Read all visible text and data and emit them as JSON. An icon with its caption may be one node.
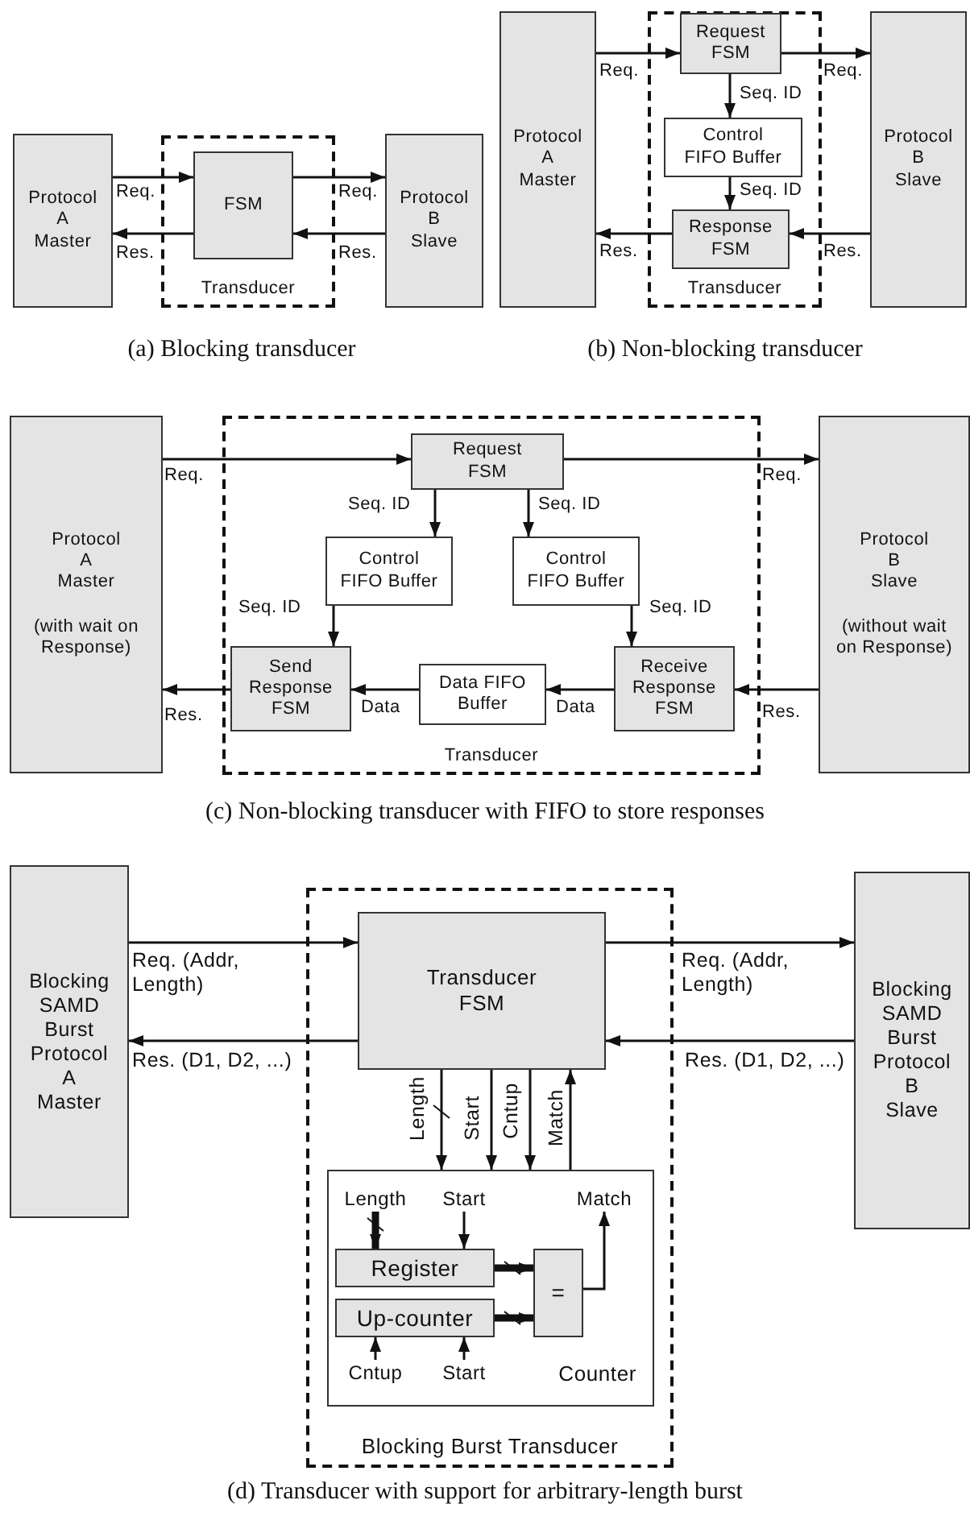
{
  "diagram": {
    "nodes": [
      {
        "text": [
          "Protocol A Master"
        ]
      },
      {
        "text": [
          "Transducer"
        ]
      },
      {
        "text": [
          "FSM"
        ],
        "in": 1
      },
      {
        "text": [
          "Protocol B Slave"
        ]
      },
      {
        "text": [
          "Protocol A Master"
        ]
      },
      {
        "text": [
          "Transducer"
        ]
      },
      {
        "text": [
          "Request FSM"
        ],
        "in": 5
      },
      {
        "text": [
          "Control FIFO Buffer"
        ],
        "in": 5
      },
      {
        "text": [
          "Response FSM"
        ],
        "in": 5
      },
      {
        "text": [
          "Protocol B Slave"
        ]
      },
      {
        "text": [
          "Protocol A Master",
          "(with wait on Response)"
        ]
      },
      {
        "text": [
          "Transducer"
        ]
      },
      {
        "text": [
          "Request FSM"
        ],
        "in": 11
      },
      {
        "text": [
          "Control FIFO Buffer"
        ],
        "in": 11
      },
      {
        "text": [
          "Control FIFO Buffer"
        ],
        "in": 11
      },
      {
        "text": [
          "Send Response FSM"
        ],
        "in": 11
      },
      {
        "text": [
          "Data FIFO Buffer"
        ],
        "in": 11
      },
      {
        "text": [
          "Receive Response FSM"
        ],
        "in": 11
      },
      {
        "text": [
          "Protocol B Slave",
          "(without wait on Response)"
        ]
      },
      {
        "text": [
          "Blocking SAMD Burst Protocol A Master"
        ]
      },
      {
        "text": [
          "Blocking Burst Transducer"
        ]
      },
      {
        "text": [
          "Transducer FSM"
        ],
        "in": 20
      },
      {
        "text": [
          "Counter"
        ],
        "in": 20
      },
      {
        "text": [
          "Length"
        ],
        "in": 22
      },
      {
        "text": [
          "Start"
        ],
        "in": 22
      },
      {
        "text": [
          "Match"
        ],
        "in": 22
      },
      {
        "text": [
          "Register"
        ],
        "in": 22
      },
      {
        "text": [
          "Up-counter"
        ],
        "in": 22
      },
      {
        "text": [
          "="
        ],
        "in": 22
      },
      {
        "text": [
          "Cntup"
        ],
        "in": 22
      },
      {
        "text": [
          "Start"
        ],
        "in": 22
      },
      {
        "text": [
          "Blocking SAMD Burst Protocol B Slave"
        ]
      }
    ],
    "edges": [
      {
        "from": 0,
        "to": 2,
        "arrow": "to",
        "label": "Req."
      },
      {
        "from": 2,
        "to": 3,
        "arrow": "to",
        "label": "Req."
      },
      {
        "from": 3,
        "to": 2,
        "arrow": "to",
        "label": "Res."
      },
      {
        "from": 2,
        "to": 0,
        "arrow": "to",
        "label": "Res."
      },
      {
        "from": 4,
        "to": 6,
        "arrow": "to",
        "label": "Req."
      },
      {
        "from": 6,
        "to": 9,
        "arrow": "to",
        "label": "Req."
      },
      {
        "from": 6,
        "to": 7,
        "arrow": "to",
        "label": "Seq. ID"
      },
      {
        "from": 7,
        "to": 8,
        "arrow": "to",
        "label": "Seq. ID"
      },
      {
        "from": 9,
        "to": 8,
        "arrow": "to",
        "label": "Res."
      },
      {
        "from": 8,
        "to": 4,
        "arrow": "to",
        "label": "Res."
      },
      {
        "from": 10,
        "to": 12,
        "arrow": "to",
        "label": "Req."
      },
      {
        "from": 12,
        "to": 18,
        "arrow": "to",
        "label": "Req."
      },
      {
        "from": 12,
        "to": 13,
        "arrow": "to",
        "label": "Seq. ID"
      },
      {
        "from": 12,
        "to": 14,
        "arrow": "to",
        "label": "Seq. ID"
      },
      {
        "from": 13,
        "to": 15,
        "arrow": "to",
        "label": "Seq. ID"
      },
      {
        "from": 14,
        "to": 17,
        "arrow": "to",
        "label": "Seq. ID"
      },
      {
        "from": 18,
        "to": 17,
        "arrow": "to",
        "label": "Res."
      },
      {
        "from": 17,
        "to": 16,
        "arrow": "to",
        "label": "Data"
      },
      {
        "from": 16,
        "to": 15,
        "arrow": "to",
        "label": "Data"
      },
      {
        "from": 15,
        "to": 10,
        "arrow": "to",
        "label": "Res."
      },
      {
        "from": 19,
        "to": 21,
        "arrow": "to",
        "label": "Req. (Addr, Length)"
      },
      {
        "from": 21,
        "to": 31,
        "arrow": "to",
        "label": "Req. (Addr, Length)"
      },
      {
        "from": 31,
        "to": 21,
        "arrow": "to",
        "label": "Res. (D1, D2, ...)"
      },
      {
        "from": 21,
        "to": 19,
        "arrow": "to",
        "label": "Res. (D1, D2, ...)"
      },
      {
        "from": 21,
        "to": 22,
        "arrow": "to",
        "label": "Length"
      },
      {
        "from": 21,
        "to": 22,
        "arrow": "to",
        "label": "Start"
      },
      {
        "from": 21,
        "to": 22,
        "arrow": "to",
        "label": "Cntup"
      },
      {
        "from": 22,
        "to": 21,
        "arrow": "to",
        "label": "Match"
      },
      {
        "from": 23,
        "to": 26,
        "arrow": "to",
        "style": "thick"
      },
      {
        "from": 24,
        "to": 26,
        "arrow": "to"
      },
      {
        "from": 26,
        "to": 28,
        "arrow": "to",
        "style": "thick"
      },
      {
        "from": 27,
        "to": 28,
        "arrow": "to",
        "style": "thick"
      },
      {
        "from": 28,
        "to": 25,
        "arrow": "to"
      },
      {
        "from": 29,
        "to": 27,
        "arrow": "to"
      },
      {
        "from": 30,
        "to": 27,
        "arrow": "to"
      }
    ],
    "labels": [
      "(a) Blocking transducer",
      "(b) Non-blocking transducer",
      "(c) Non-blocking transducer with FIFO to store responses",
      "(d) Transducer with support for arbitrary-length burst"
    ]
  }
}
